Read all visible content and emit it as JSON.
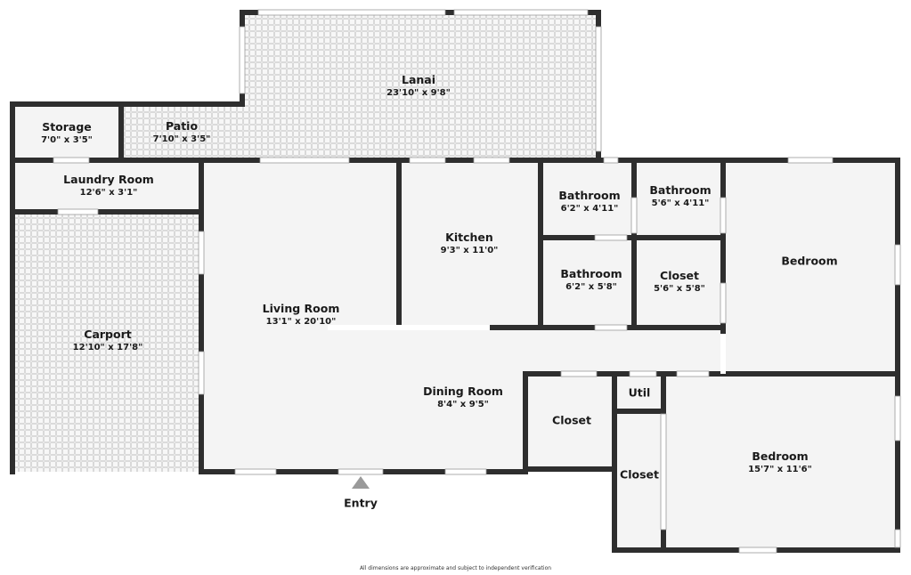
{
  "colors": {
    "wall": "#2e2e2e",
    "floor": "#f4f4f4",
    "outdoor_tile": "#e4e4e4",
    "window": "#ffffff"
  },
  "rooms": [
    {
      "name": "Lanai",
      "dims": "23'10\" x 9'8\""
    },
    {
      "name": "Storage",
      "dims": "7'0\" x 3'5\""
    },
    {
      "name": "Patio",
      "dims": "7'10\" x 3'5\""
    },
    {
      "name": "Laundry Room",
      "dims": "12'6\" x 3'1\""
    },
    {
      "name": "Carport",
      "dims": "12'10\" x 17'8\""
    },
    {
      "name": "Living Room",
      "dims": "13'1\" x 20'10\""
    },
    {
      "name": "Kitchen",
      "dims": "9'3\" x 11'0\""
    },
    {
      "name": "Bathroom",
      "dims": "6'2\" x 4'11\""
    },
    {
      "name": "Bathroom",
      "dims": "5'6\" x 4'11\""
    },
    {
      "name": "Bathroom",
      "dims": "6'2\" x 5'8\""
    },
    {
      "name": "Closet",
      "dims": "5'6\" x 5'8\""
    },
    {
      "name": "Bedroom",
      "dims": ""
    },
    {
      "name": "Dining Room",
      "dims": "8'4\" x 9'5\""
    },
    {
      "name": "Closet",
      "dims": ""
    },
    {
      "name": "Util",
      "dims": ""
    },
    {
      "name": "Closet",
      "dims": ""
    },
    {
      "name": "Bedroom",
      "dims": "15'7\" x 11'6\""
    }
  ],
  "entry": {
    "label": "Entry",
    "icon": "triangle-up-icon"
  },
  "footer": "All dimensions are approximate and subject to independent verification"
}
